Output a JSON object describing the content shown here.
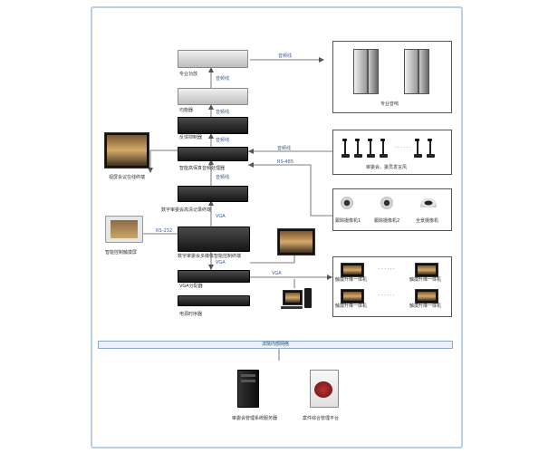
{
  "devices": {
    "pro_power_amp": "专业功放",
    "feedback_suppressor": "均衡器",
    "anti_feedback": "反馈抑制器",
    "audio_processor": "智能高保真音频处理器",
    "video_terminal": "视屏会议在线终端",
    "digital_conference_host": "数字审委会高清记录终端",
    "smart_touch_screen": "智能控制触摸屏",
    "matrix_host": "数字审委会多媒体智能控制终端",
    "vga_splitter": "VGA分配器",
    "power_sequencer": "电源时序器",
    "speakers": "专业音响",
    "mics": "审委会、委员发言风",
    "tracking_camera_1": "跟踪摄像机1",
    "tracking_camera_2": "跟踪摄像机2",
    "panorama_camera": "全景摄像机",
    "lift_display": "触摸升降一体机",
    "intranet": "法院内部网络",
    "server": "审委会管理系统服务器",
    "software": "案件综合管理平台"
  },
  "cables": {
    "audio_line": "音频线",
    "rs485": "RS-485",
    "vga": "VGA",
    "rs232": "RS-232"
  },
  "dots": "· · · · · ·"
}
